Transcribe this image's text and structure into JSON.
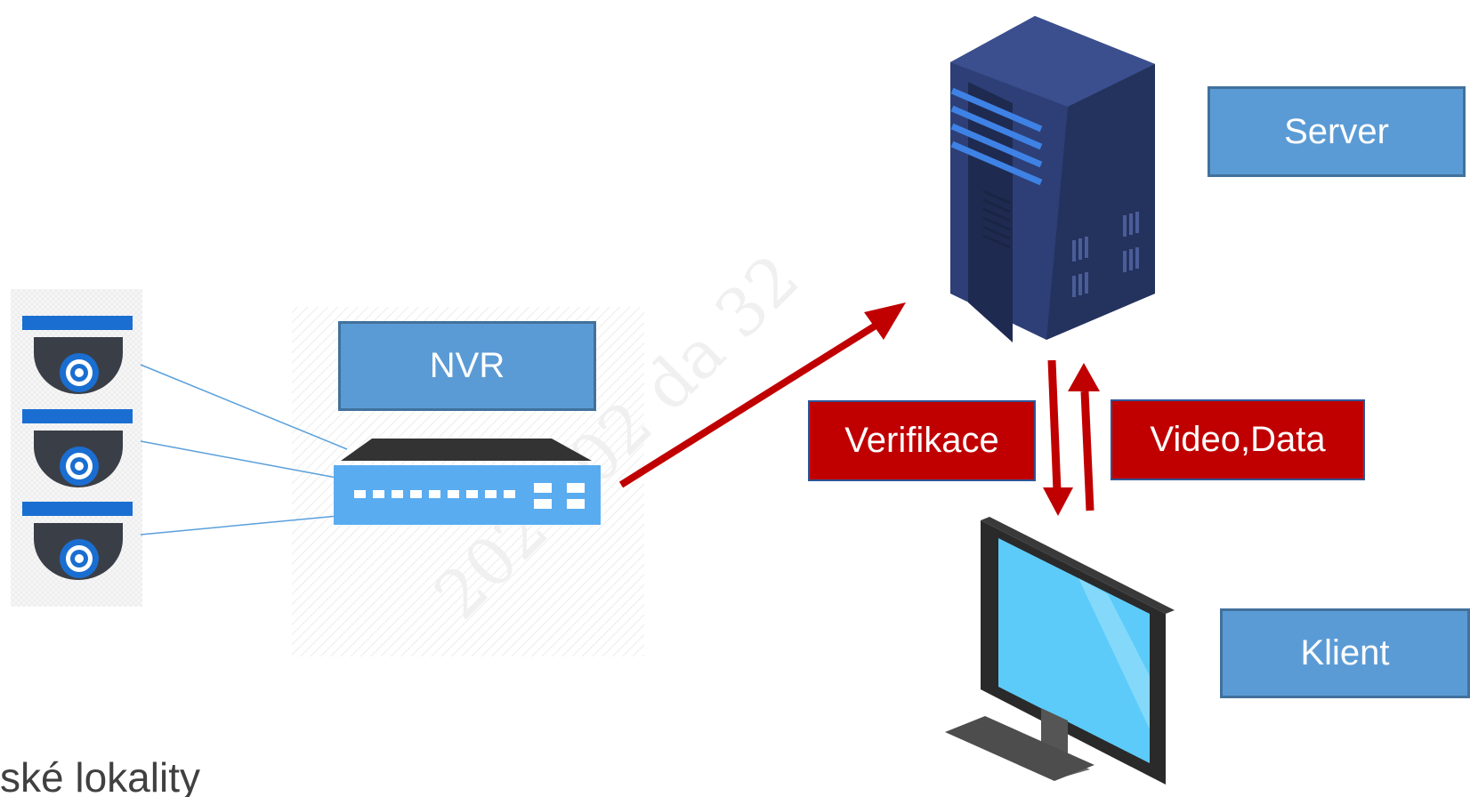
{
  "labels": {
    "nvr": "NVR",
    "server": "Server",
    "klient": "Klient",
    "verifikace": "Verifikace",
    "video_data": "Video,Data"
  },
  "caption": "ské lokality",
  "watermark": "2024-02 da 32",
  "colors": {
    "label_fill": "#5b9bd5",
    "label_border": "#41719c",
    "arrow_red": "#c00000",
    "nvr_blue": "#5aacf0",
    "server_navy": "#2d3f76",
    "screen_cyan": "#5ccbf9"
  },
  "icons": [
    "dome-camera-icon",
    "nvr-device-icon",
    "server-tower-icon",
    "desktop-monitor-icon"
  ]
}
